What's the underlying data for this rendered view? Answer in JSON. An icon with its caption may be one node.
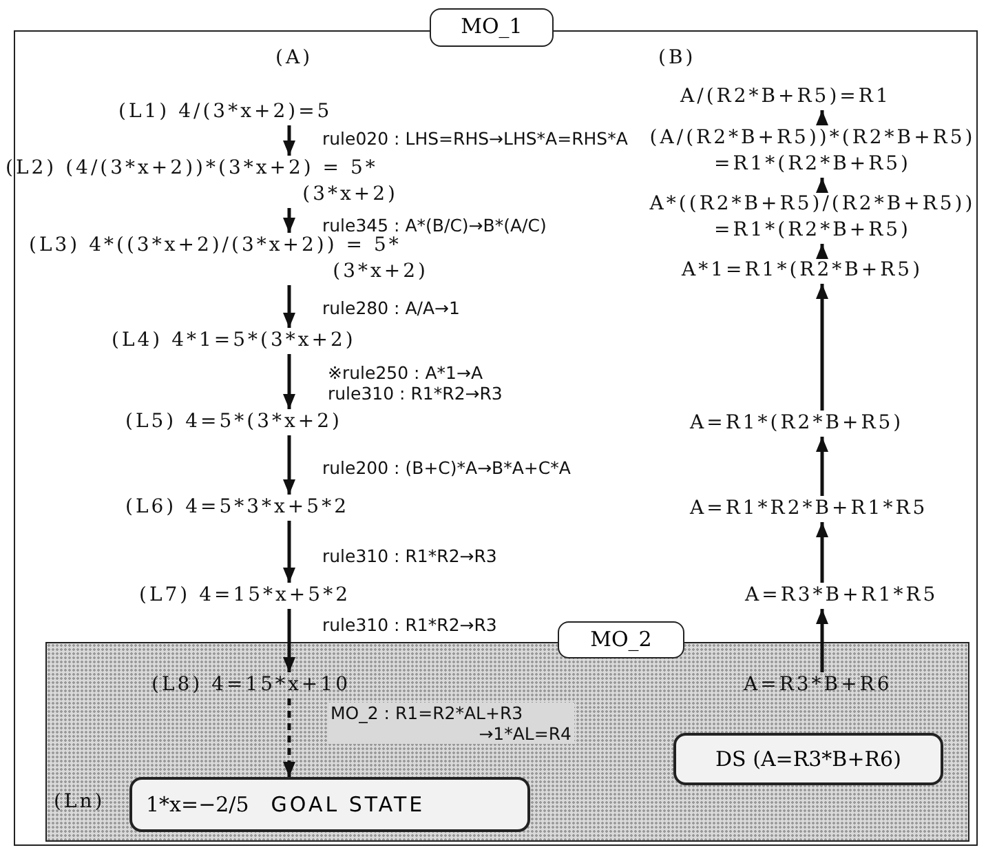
{
  "diagram": {
    "nodes": [
      {
        "text": [
          "MO_1"
        ]
      },
      {
        "text": [
          "(L1) 4/(3*x+2)=5"
        ],
        "in": 0
      },
      {
        "text": [
          "(L2) (4/(3*x+2))*(3*x+2) = 5*(3*x+2)"
        ],
        "in": 0
      },
      {
        "text": [
          "(L3) 4*((3*x+2)/(3*x+2)) = 5*(3*x+2)"
        ],
        "in": 0
      },
      {
        "text": [
          "(L4) 4*1=5*(3*x+2)"
        ],
        "in": 0
      },
      {
        "text": [
          "(L5) 4=5*(3*x+2)"
        ],
        "in": 0
      },
      {
        "text": [
          "(L6) 4=5*3*x+5*2"
        ],
        "in": 0
      },
      {
        "text": [
          "(L7) 4=15*x+5*2"
        ],
        "in": 0
      },
      {
        "text": [
          "MO_2"
        ],
        "in": 0
      },
      {
        "text": [
          "(L8) 4=15*x+10"
        ],
        "in": 8
      },
      {
        "text": [
          "(Ln)",
          "1*x=−2/5",
          "GOAL STATE"
        ],
        "in": 8
      },
      {
        "text": [
          "DS (A=R3*B+R6)"
        ],
        "in": 8
      },
      {
        "text": [
          "A/(R2*B+R5)=R1"
        ],
        "in": 0
      },
      {
        "text": [
          "(A/(R2*B+R5))*(R2*B+R5)=R1*(R2*B+R5)"
        ],
        "in": 0
      },
      {
        "text": [
          "A*((R2*B+R5)/(R2*B+R5))=R1*(R2*B+R5)"
        ],
        "in": 0
      },
      {
        "text": [
          "A*1=R1*(R2*B+R5)"
        ],
        "in": 0
      },
      {
        "text": [
          "A=R1*(R2*B+R5)"
        ],
        "in": 0
      },
      {
        "text": [
          "A=R1*R2*B+R1*R5"
        ],
        "in": 0
      },
      {
        "text": [
          "A=R3*B+R1*R5"
        ],
        "in": 0
      },
      {
        "text": [
          "A=R3*B+R6"
        ],
        "in": 8
      }
    ],
    "edges": [
      {
        "from": 1,
        "to": 2,
        "arrow": "to",
        "label": "rule020 : LHS=RHS→LHS*A=RHS*A"
      },
      {
        "from": 2,
        "to": 3,
        "arrow": "to",
        "label": "rule345 : A*(B/C)→B*(A/C)"
      },
      {
        "from": 3,
        "to": 4,
        "arrow": "to",
        "label": "rule280 : A/A→1"
      },
      {
        "from": 4,
        "to": 5,
        "arrow": "to",
        "label": "※rule250 : A*1→A rule310 : R1*R2→R3"
      },
      {
        "from": 5,
        "to": 6,
        "arrow": "to",
        "label": "rule200 : (B+C)*A→B*A+C*A"
      },
      {
        "from": 6,
        "to": 7,
        "arrow": "to",
        "label": "rule310 : R1*R2→R3"
      },
      {
        "from": 7,
        "to": 9,
        "arrow": "to",
        "label": "rule310 : R1*R2→R3"
      },
      {
        "from": 9,
        "to": 10,
        "arrow": "to",
        "style": "dashed",
        "label": "MO_2 : R1=R2*AL+R3 →1*AL=R4"
      },
      {
        "from": 13,
        "to": 12,
        "arrow": "to"
      },
      {
        "from": 14,
        "to": 13,
        "arrow": "to"
      },
      {
        "from": 15,
        "to": 14,
        "arrow": "to"
      },
      {
        "from": 16,
        "to": 15,
        "arrow": "to"
      },
      {
        "from": 17,
        "to": 16,
        "arrow": "to"
      },
      {
        "from": 18,
        "to": 17,
        "arrow": "to"
      },
      {
        "from": 19,
        "to": 18,
        "arrow": "to"
      }
    ],
    "labels": [
      "(A)",
      "(B)"
    ]
  }
}
